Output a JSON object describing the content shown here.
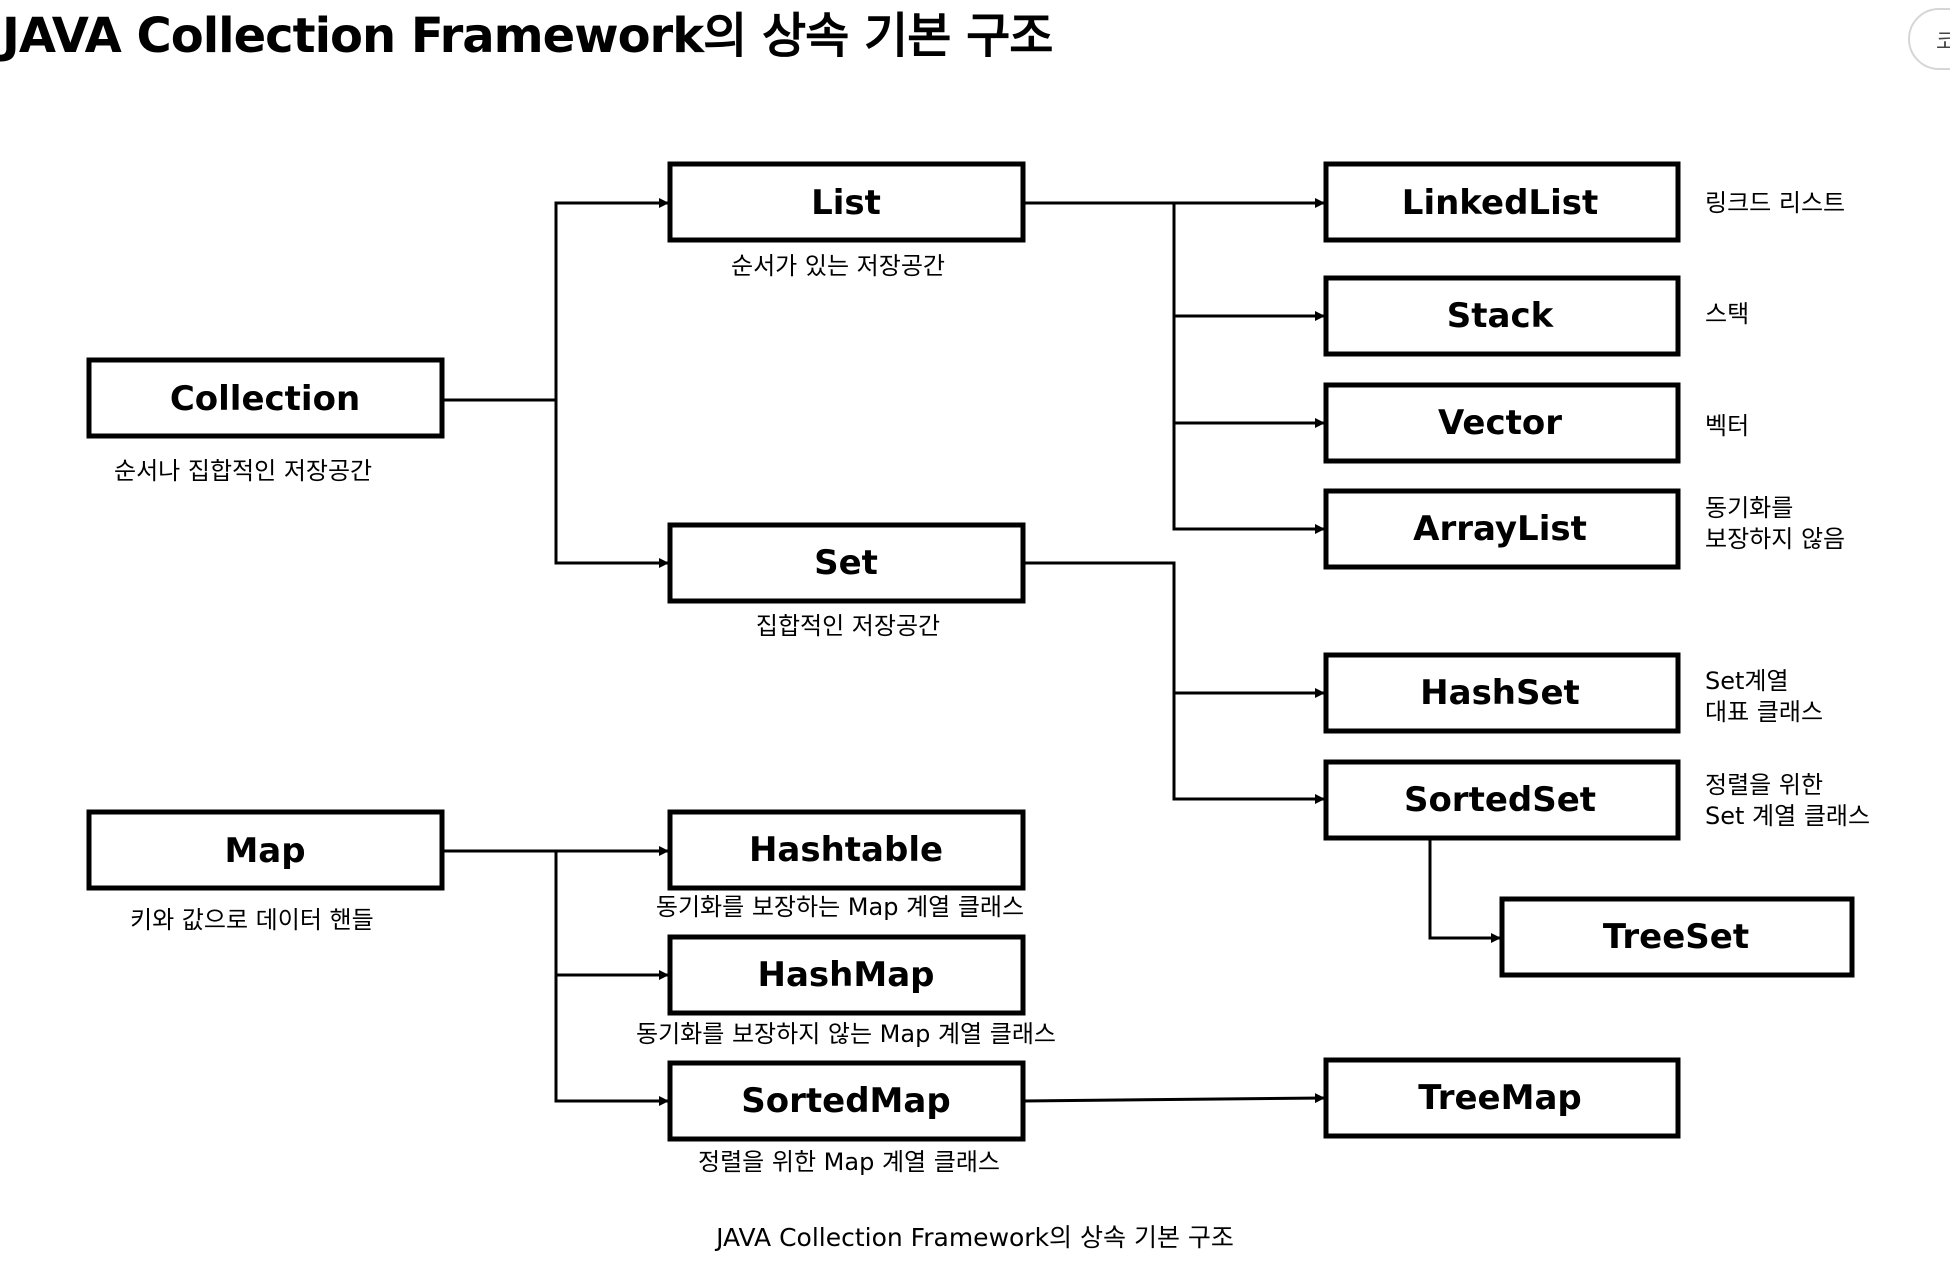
{
  "page": {
    "title": "JAVA Collection Framework의 상속 기본 구조",
    "side_button_label": "코",
    "caption": "JAVA Collection Framework의 상속 기본 구조"
  },
  "diagram": {
    "nodes": {
      "collection": {
        "label": "Collection",
        "desc": [
          "순서나 집합적인 저장공간"
        ]
      },
      "list": {
        "label": "List",
        "desc": [
          "순서가 있는 저장공간"
        ]
      },
      "set": {
        "label": "Set",
        "desc": [
          "집합적인 저장공간"
        ]
      },
      "map": {
        "label": "Map",
        "desc": [
          "키와 값으로 데이터 핸들"
        ]
      },
      "linkedlist": {
        "label": "LinkedList",
        "desc": [
          "링크드 리스트"
        ]
      },
      "stack": {
        "label": "Stack",
        "desc": [
          "스택"
        ]
      },
      "vector": {
        "label": "Vector",
        "desc": [
          "벡터"
        ]
      },
      "arraylist": {
        "label": "ArrayList",
        "desc": [
          "동기화를",
          "보장하지 않음"
        ]
      },
      "hashset": {
        "label": "HashSet",
        "desc": [
          "Set계열",
          "대표 클래스"
        ]
      },
      "sortedset": {
        "label": "SortedSet",
        "desc": [
          "정렬을 위한",
          "Set 계열 클래스"
        ]
      },
      "treeset": {
        "label": "TreeSet",
        "desc": []
      },
      "hashtable": {
        "label": "Hashtable",
        "desc": [
          "동기화를 보장하는 Map 계열 클래스"
        ]
      },
      "hashmap": {
        "label": "HashMap",
        "desc": [
          "동기화를 보장하지 않는 Map 계열 클래스"
        ]
      },
      "sortedmap": {
        "label": "SortedMap",
        "desc": [
          "정렬을 위한 Map 계열 클래스"
        ]
      },
      "treemap": {
        "label": "TreeMap",
        "desc": []
      }
    },
    "edges": [
      {
        "from": "collection",
        "to": "list"
      },
      {
        "from": "collection",
        "to": "set"
      },
      {
        "from": "list",
        "to": "linkedlist"
      },
      {
        "from": "list",
        "to": "stack"
      },
      {
        "from": "list",
        "to": "vector"
      },
      {
        "from": "list",
        "to": "arraylist"
      },
      {
        "from": "set",
        "to": "hashset"
      },
      {
        "from": "set",
        "to": "sortedset"
      },
      {
        "from": "sortedset",
        "to": "treeset"
      },
      {
        "from": "map",
        "to": "hashtable"
      },
      {
        "from": "map",
        "to": "hashmap"
      },
      {
        "from": "map",
        "to": "sortedmap"
      },
      {
        "from": "sortedmap",
        "to": "treemap"
      }
    ]
  }
}
